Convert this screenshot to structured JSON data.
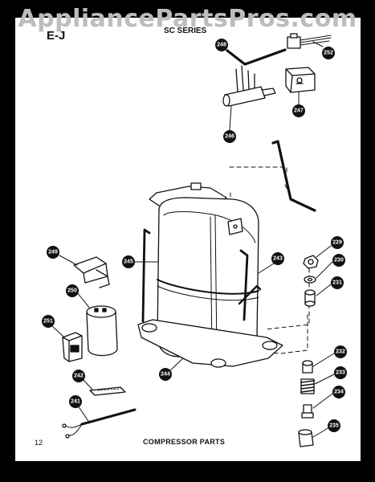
{
  "watermark": "AppliancePartsPros.com",
  "header": {
    "left": "E-J",
    "series": "SC SERIES"
  },
  "footer": {
    "page_number": "12",
    "caption": "COMPRESSOR PARTS"
  },
  "callouts": {
    "c248": "248",
    "c252": "252",
    "c246": "246",
    "c247": "247",
    "c249": "249",
    "c245": "245",
    "c243": "243",
    "c229": "229",
    "c230": "230",
    "c231": "231",
    "c250": "250",
    "c251": "251",
    "c244": "244",
    "c232": "232",
    "c233": "233",
    "c234": "234",
    "c242": "242",
    "c241": "241",
    "c235": "235"
  }
}
